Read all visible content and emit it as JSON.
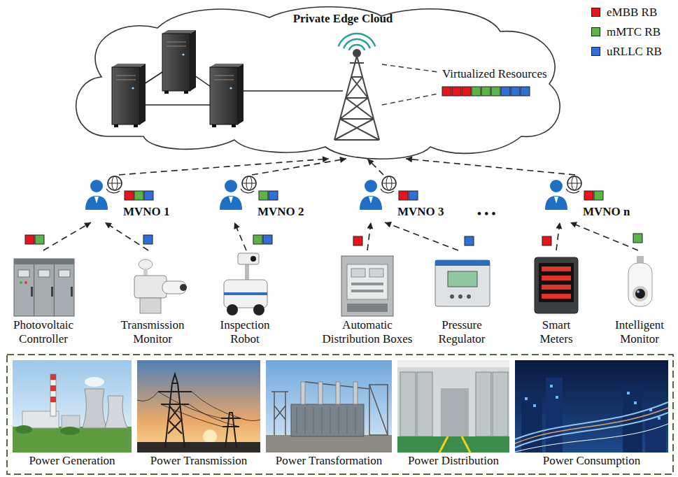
{
  "diagram": {
    "nodes": [
      {
        "text": [
          "Private Edge Cloud"
        ]
      },
      {
        "text": [
          "MVNO 1"
        ]
      },
      {
        "text": [
          "MVNO 2"
        ]
      },
      {
        "text": [
          "MVNO 3"
        ]
      },
      {
        "text": [
          "MVNO n"
        ]
      },
      {
        "text": [
          "Photovoltaic Controller"
        ]
      },
      {
        "text": [
          "Transmission Monitor"
        ]
      },
      {
        "text": [
          "Inspection Robot"
        ]
      },
      {
        "text": [
          "Automatic Distribution Boxes"
        ]
      },
      {
        "text": [
          "Pressure Regulator"
        ]
      },
      {
        "text": [
          "Smart Meters"
        ]
      },
      {
        "text": [
          "Intelligent Monitor"
        ]
      },
      {
        "text": [
          "Power Generation"
        ]
      },
      {
        "text": [
          "Power Transmission"
        ]
      },
      {
        "text": [
          "Power Transformation"
        ]
      },
      {
        "text": [
          "Power Distribution"
        ]
      },
      {
        "text": [
          "Power Consumption"
        ]
      }
    ],
    "edges": [
      {
        "from": 1,
        "to": 0,
        "arrow": "to"
      },
      {
        "from": 2,
        "to": 0,
        "arrow": "to"
      },
      {
        "from": 3,
        "to": 0,
        "arrow": "to"
      },
      {
        "from": 4,
        "to": 0,
        "arrow": "to"
      },
      {
        "from": 5,
        "to": 1,
        "arrow": "to"
      },
      {
        "from": 6,
        "to": 1,
        "arrow": "to"
      },
      {
        "from": 7,
        "to": 2,
        "arrow": "to"
      },
      {
        "from": 8,
        "to": 3,
        "arrow": "to"
      },
      {
        "from": 9,
        "to": 3,
        "arrow": "to"
      },
      {
        "from": 10,
        "to": 4,
        "arrow": "to"
      },
      {
        "from": 11,
        "to": 4,
        "arrow": "to"
      }
    ],
    "labels": [
      "Virtualized Resources",
      "• • •"
    ],
    "legend": [
      {
        "text": "eMBB RB",
        "color": "#e8141b"
      },
      {
        "text": "mMTC RB",
        "color": "#5cb346"
      },
      {
        "text": "uRLLC RB",
        "color": "#2f6fd6"
      }
    ]
  }
}
